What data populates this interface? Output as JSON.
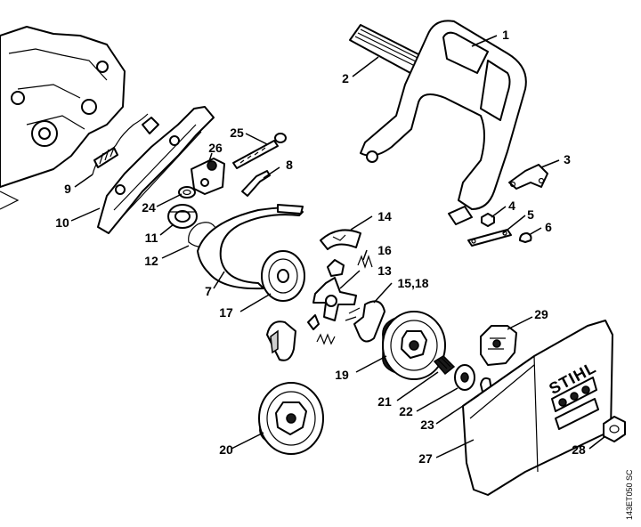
{
  "drawing_code": "143ET050 SC",
  "brand_text": "STIHL",
  "callouts": [
    {
      "id": "1",
      "label": "1"
    },
    {
      "id": "2",
      "label": "2"
    },
    {
      "id": "3",
      "label": "3"
    },
    {
      "id": "4",
      "label": "4"
    },
    {
      "id": "5",
      "label": "5"
    },
    {
      "id": "6",
      "label": "6"
    },
    {
      "id": "7",
      "label": "7"
    },
    {
      "id": "8",
      "label": "8"
    },
    {
      "id": "9",
      "label": "9"
    },
    {
      "id": "10",
      "label": "10"
    },
    {
      "id": "11",
      "label": "11"
    },
    {
      "id": "12",
      "label": "12"
    },
    {
      "id": "13",
      "label": "13"
    },
    {
      "id": "14",
      "label": "14"
    },
    {
      "id": "15_18",
      "label": "15,18"
    },
    {
      "id": "16",
      "label": "16"
    },
    {
      "id": "17",
      "label": "17"
    },
    {
      "id": "19",
      "label": "19"
    },
    {
      "id": "20",
      "label": "20"
    },
    {
      "id": "21",
      "label": "21"
    },
    {
      "id": "22",
      "label": "22"
    },
    {
      "id": "23",
      "label": "23"
    },
    {
      "id": "24",
      "label": "24"
    },
    {
      "id": "25",
      "label": "25"
    },
    {
      "id": "26",
      "label": "26"
    },
    {
      "id": "27",
      "label": "27"
    },
    {
      "id": "28",
      "label": "28"
    },
    {
      "id": "29",
      "label": "29"
    }
  ]
}
